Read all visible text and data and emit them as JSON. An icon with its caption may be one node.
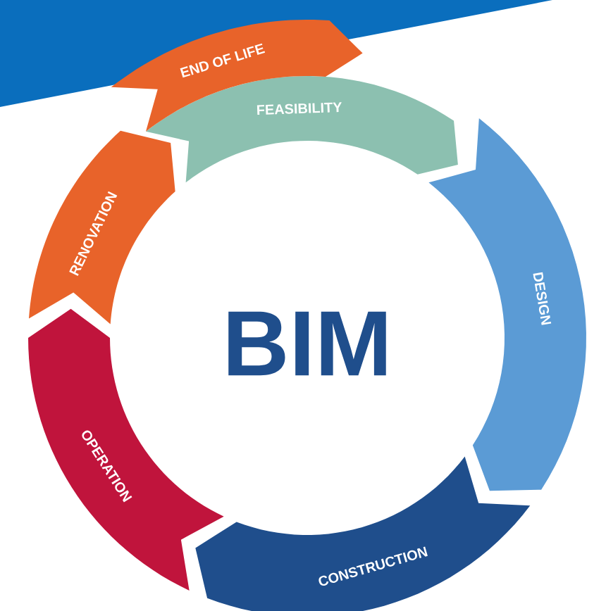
{
  "diagram": {
    "nodes": [
      {
        "text": [
          "FEASIBILITY"
        ]
      },
      {
        "text": [
          "DESIGN"
        ]
      },
      {
        "text": [
          "CONSTRUCTION"
        ]
      },
      {
        "text": [
          "OPERATION"
        ]
      },
      {
        "text": [
          "RENOVATION"
        ]
      },
      {
        "text": [
          "END OF LIFE"
        ]
      }
    ],
    "labels": [
      "BIM"
    ]
  }
}
